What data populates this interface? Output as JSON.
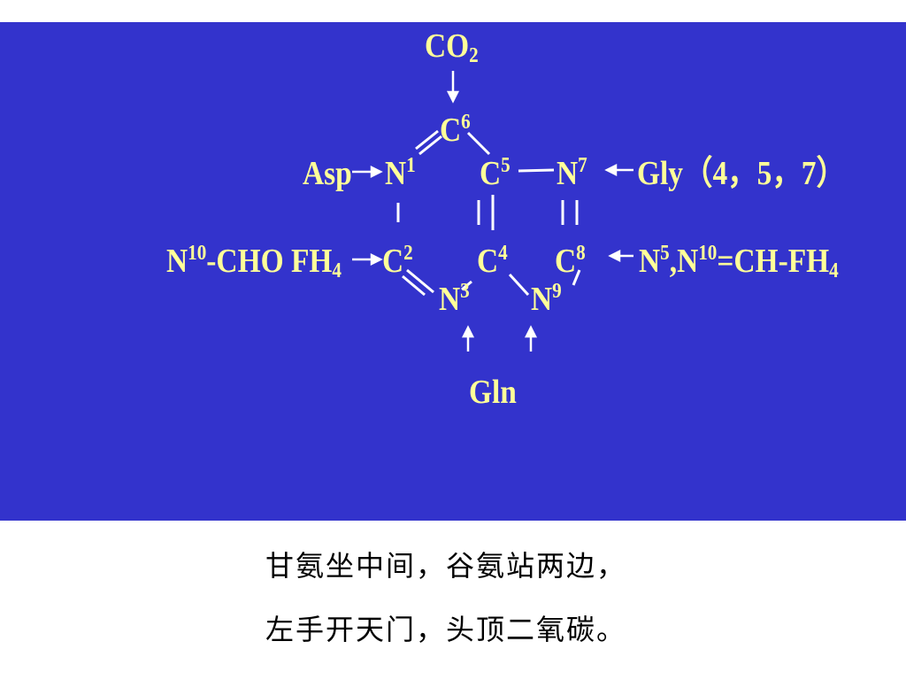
{
  "colors": {
    "panel": "#3333cc",
    "label": "#ffff99",
    "line": "#ffffff",
    "text": "#000000"
  },
  "labels": {
    "co2": {
      "base": "CO",
      "sub": "2"
    },
    "c6": {
      "base": "C",
      "sup": "6"
    },
    "asp": "Asp",
    "n1": {
      "base": "N",
      "sup": "1"
    },
    "c5": {
      "base": "C",
      "sup": "5"
    },
    "n7": {
      "base": "N",
      "sup": "7"
    },
    "gly": "Gly（4，5，7）",
    "n10cho": {
      "n": "N",
      "sup": "10",
      "mid": "-CHO FH",
      "sub": "4"
    },
    "c2": {
      "base": "C",
      "sup": "2"
    },
    "c4": {
      "base": "C",
      "sup": "4"
    },
    "c8": {
      "base": "C",
      "sup": "8"
    },
    "methenyl": {
      "n1": "N",
      "sup1": "5",
      "mid": ",N",
      "sup2": "10",
      "rest": "=CH-FH",
      "sub": "4"
    },
    "n3": {
      "base": "N",
      "sup": "3"
    },
    "n9": {
      "base": "N",
      "sup": "9"
    },
    "gln": "Gln"
  },
  "mnemonic": {
    "line1": "甘氨坐中间，谷氨站两边，",
    "line2": "左手开天门，头顶二氧碳。"
  }
}
